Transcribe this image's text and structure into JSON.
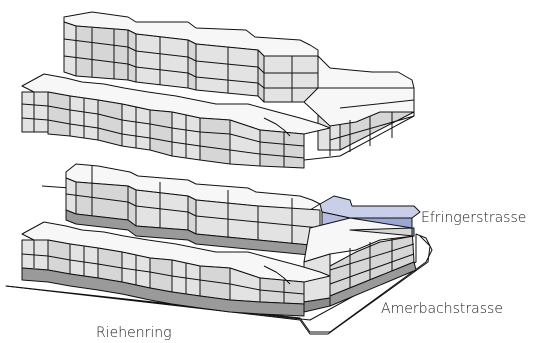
{
  "labels": {
    "efringerstrasse": "Efringerstrasse",
    "amerbachstrasse": "Amerbachstrasse",
    "riehenring": "Riehenring"
  },
  "colors": {
    "outline": "#111111",
    "wall_light": "#e3e3e3",
    "wall_mid": "#cfcfcf",
    "wall_dark": "#b9b9b9",
    "roof": "#f7f7f7",
    "base_gray": "#9a9a9a",
    "highlight_roof": "#c9cfe8",
    "highlight_wall": "#9aa6d4"
  }
}
